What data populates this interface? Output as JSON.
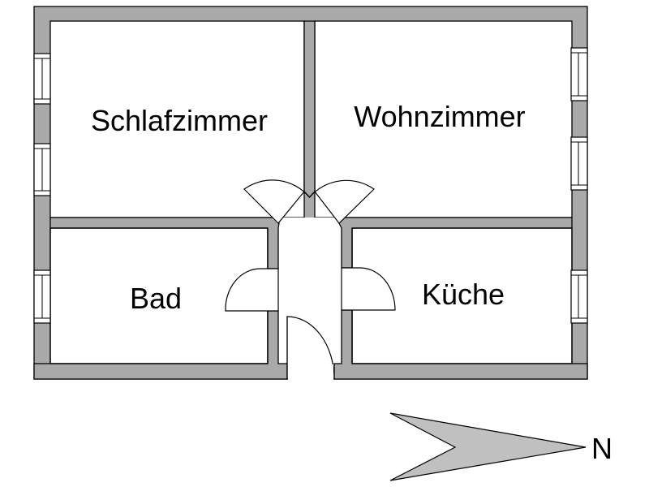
{
  "plan": {
    "title": "Floor plan",
    "rooms": [
      {
        "id": "schlafzimmer",
        "label": "Schlafzimmer"
      },
      {
        "id": "wohnzimmer",
        "label": "Wohnzimmer"
      },
      {
        "id": "bad",
        "label": "Bad"
      },
      {
        "id": "kueche",
        "label": "Küche"
      }
    ],
    "compass": {
      "label": "N",
      "direction": "right"
    },
    "colors": {
      "wall": "#a9a9a9",
      "compass": "#c0c0c0",
      "line": "#000000",
      "background": "#ffffff"
    }
  }
}
